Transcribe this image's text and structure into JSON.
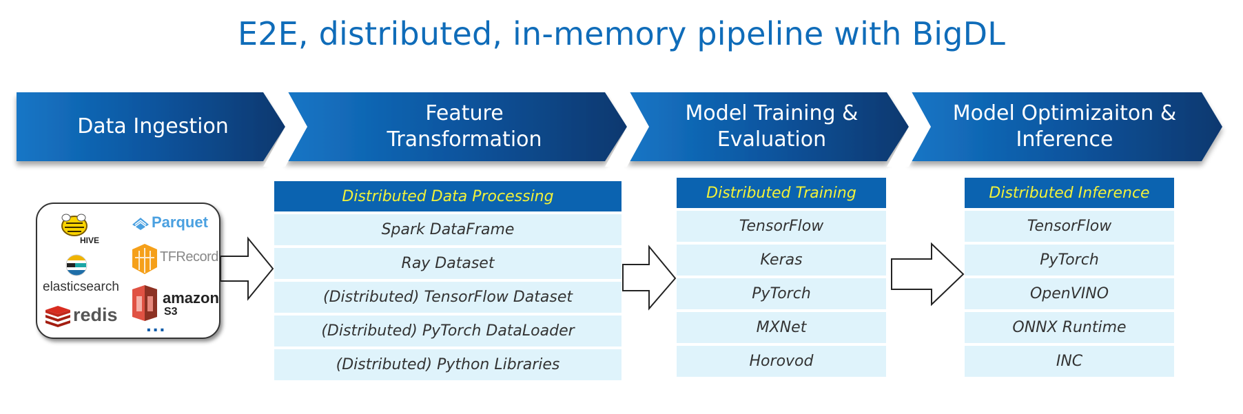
{
  "title": "E2E, distributed, in-memory pipeline with BigDL",
  "stages": [
    {
      "label": "Data Ingestion"
    },
    {
      "label": "Feature Transformation"
    },
    {
      "label": "Model Training & Evaluation"
    },
    {
      "label": "Model Optimizaiton & Inference"
    }
  ],
  "sources": {
    "hive": "HIVE",
    "parquet": "Parquet",
    "elasticsearch": "elasticsearch",
    "tfrecord": "TFRecord",
    "redis": "redis",
    "amazon": "amazon",
    "s3": "S3",
    "more": "..."
  },
  "tables": {
    "processing": {
      "header": "Distributed Data Processing",
      "rows": [
        "Spark DataFrame",
        "Ray Dataset",
        "(Distributed) TensorFlow Dataset",
        "(Distributed) PyTorch DataLoader",
        "(Distributed) Python Libraries"
      ]
    },
    "training": {
      "header": "Distributed Training",
      "rows": [
        "TensorFlow",
        "Keras",
        "PyTorch",
        "MXNet",
        "Horovod"
      ]
    },
    "inference": {
      "header": "Distributed Inference",
      "rows": [
        "TensorFlow",
        "PyTorch",
        "OpenVINO",
        "ONNX Runtime",
        "INC"
      ]
    }
  },
  "colors": {
    "title": "#0f6cb9",
    "banner_light": "#1473c2",
    "banner_dark": "#0a3e78",
    "header_bg": "#0b63b0",
    "header_text": "#f2f23a",
    "cell_bg": "#dff3fb"
  }
}
